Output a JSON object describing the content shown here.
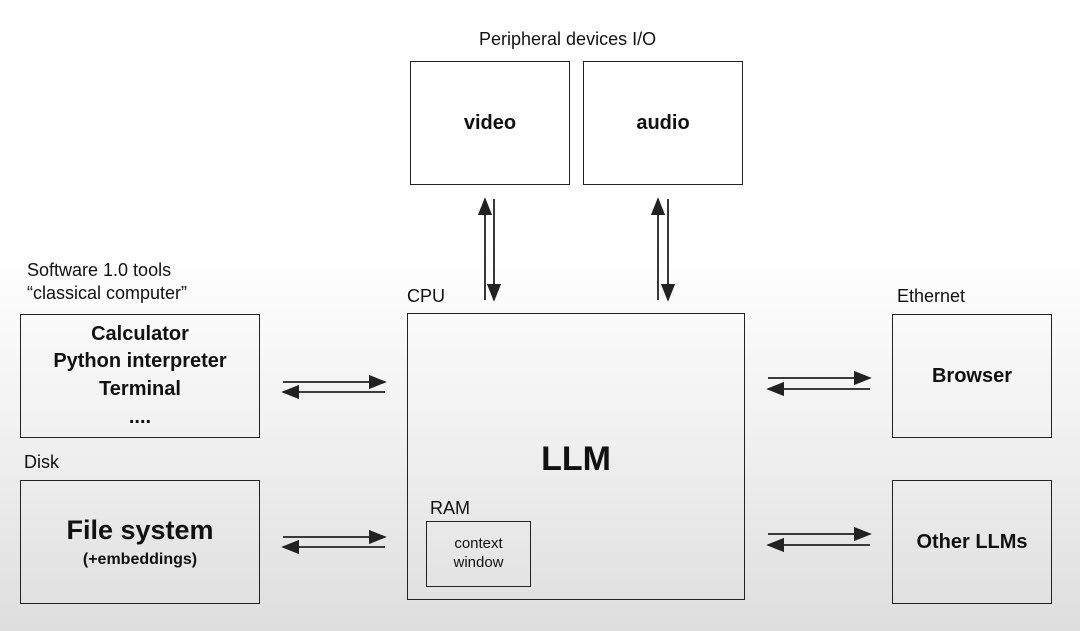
{
  "diagram": {
    "peripheral_label": "Peripheral devices I/O",
    "video_label": "video",
    "audio_label": "audio",
    "software_label_line1": "Software 1.0 tools",
    "software_label_line2": "“classical computer”",
    "tools": [
      "Calculator",
      "Python interpreter",
      "Terminal",
      "...."
    ],
    "disk_label": "Disk",
    "file_system_label": "File system",
    "file_system_sub": "(+embeddings)",
    "cpu_label": "CPU",
    "llm_label": "LLM",
    "ram_label": "RAM",
    "context_window_line1": "context",
    "context_window_line2": "window",
    "ethernet_label": "Ethernet",
    "browser_label": "Browser",
    "other_llms_label": "Other LLMs"
  },
  "colors": {
    "line": "#222222",
    "text": "#111111",
    "background_top": "#ffffff",
    "background_bottom": "#dedede"
  }
}
